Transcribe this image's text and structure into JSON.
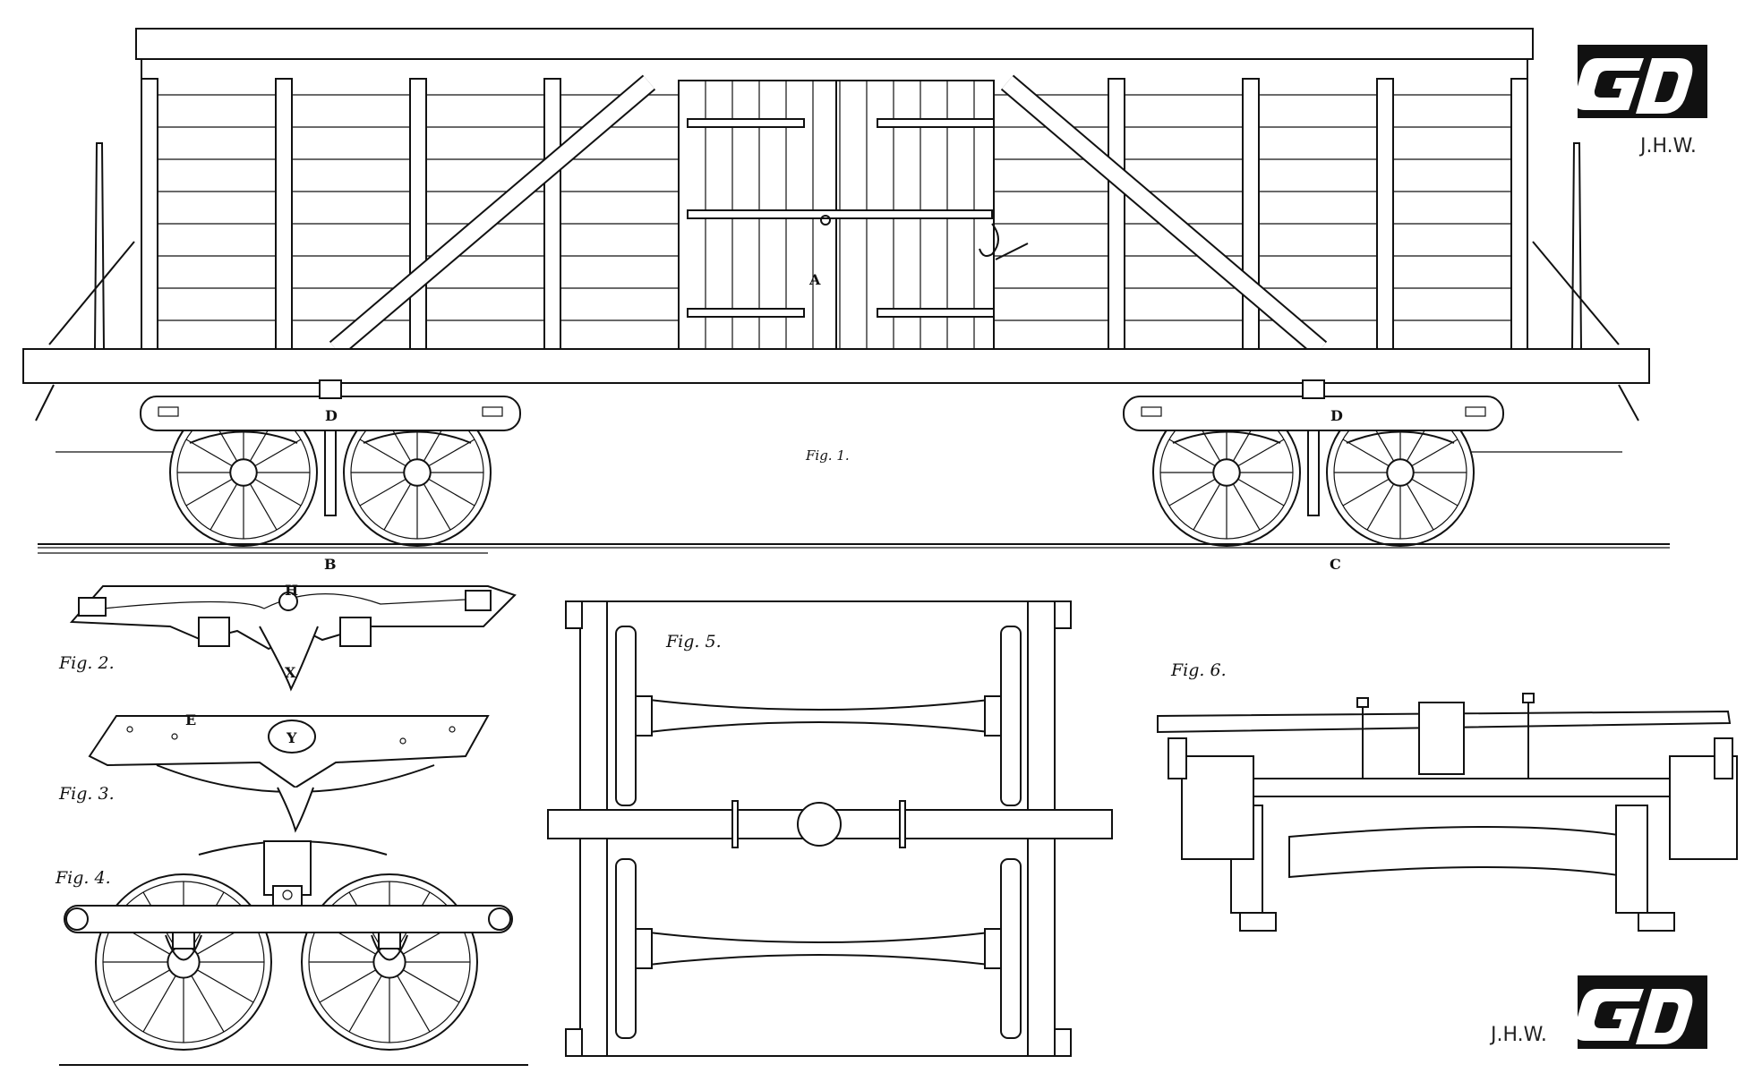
{
  "captions": {
    "fig1": "Fig. 1.",
    "fig2": "Fig. 2.",
    "fig3": "Fig. 3.",
    "fig4": "Fig. 4.",
    "fig5": "Fig. 5.",
    "fig6": "Fig. 6."
  },
  "labels": {
    "a": "A",
    "b": "B",
    "c": "C",
    "d_left": "D",
    "d_right": "D",
    "e": "E",
    "h": "H",
    "x": "X",
    "y": "Y"
  },
  "logo": {
    "initials": "J.H.W."
  }
}
